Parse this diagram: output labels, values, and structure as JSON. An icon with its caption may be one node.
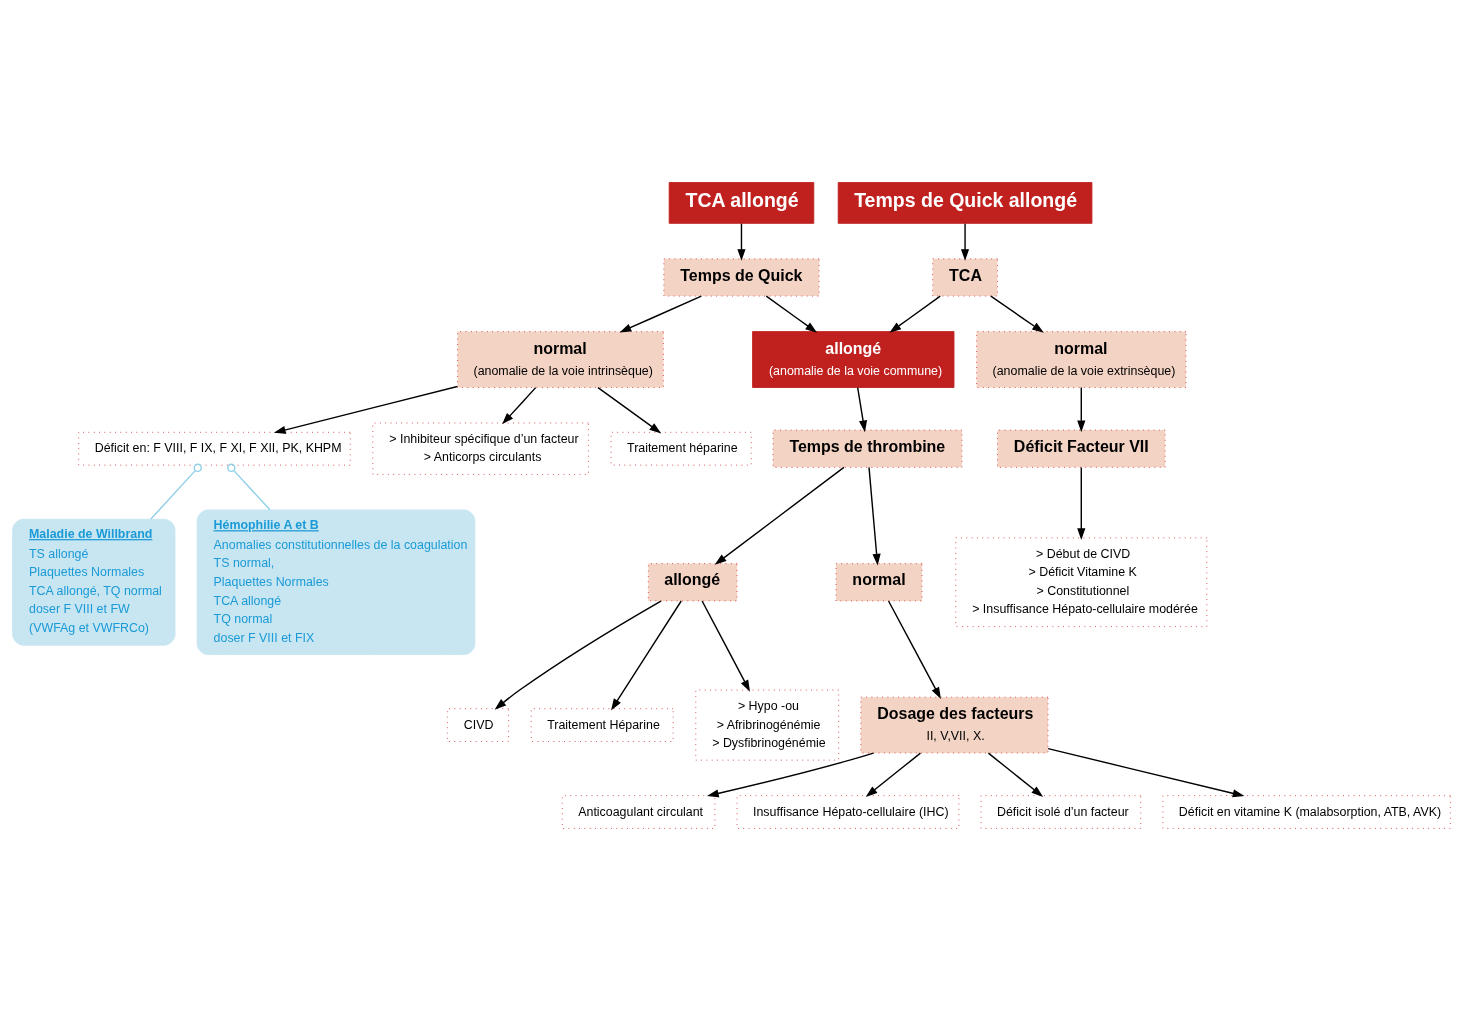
{
  "diagram": {
    "nodes": [
      {
        "text": [
          "TCA allongé"
        ]
      },
      {
        "text": [
          "Temps de Quick allongé"
        ]
      },
      {
        "text": [
          "Temps de Quick"
        ]
      },
      {
        "text": [
          "TCA"
        ]
      },
      {
        "text": [
          "normal",
          "(anomalie de la voie intrinsèque)"
        ]
      },
      {
        "text": [
          "allongé",
          "(anomalie de la voie commune)"
        ]
      },
      {
        "text": [
          "normal",
          "(anomalie de la voie extrinsèque)"
        ]
      },
      {
        "text": [
          "Déficit en: F VIII, F IX, F XI, F XII, PK, KHPM"
        ]
      },
      {
        "text": [
          "> Inhibiteur spécifique d’un facteur",
          "> Anticorps circulants"
        ]
      },
      {
        "text": [
          "Traitement héparine"
        ]
      },
      {
        "text": [
          "Temps de thrombine"
        ]
      },
      {
        "text": [
          "Déficit Facteur VII"
        ]
      },
      {
        "text": [
          "allongé"
        ]
      },
      {
        "text": [
          "normal"
        ]
      },
      {
        "text": [
          "> Début de CIVD",
          "> Déficit Vitamine K",
          "> Constitutionnel",
          "> Insuffisance Hépato-cellulaire modérée"
        ]
      },
      {
        "text": [
          "CIVD"
        ]
      },
      {
        "text": [
          "Traitement Héparine"
        ]
      },
      {
        "text": [
          "> Hypo -ou",
          "> Afribrinogénémie",
          "> Dysfibrinogénémie"
        ]
      },
      {
        "text": [
          "Dosage des facteurs",
          "II, V,VII, X."
        ]
      },
      {
        "text": [
          "Anticoagulant circulant"
        ]
      },
      {
        "text": [
          "Insuffisance Hépato-cellulaire (IHC)"
        ]
      },
      {
        "text": [
          "Déficit isolé d’un facteur"
        ]
      },
      {
        "text": [
          "Déficit en vitamine K (malabsorption, ATB, AVK)"
        ]
      },
      {
        "text": [
          "Maladie de Willbrand",
          "TS allongé",
          "Plaquettes Normales",
          "TCA allongé, TQ normal",
          "doser F VIII et FW",
          "(VWFAg et VWFRCo)"
        ]
      },
      {
        "text": [
          "Hémophilie A et B",
          "Anomalies constitutionnelles de la coagulation",
          "TS normal,",
          "Plaquettes Normales",
          "TCA allongé",
          "TQ normal",
          "doser F VIII et FIX"
        ]
      }
    ],
    "edges": [
      {
        "from": 0,
        "to": 2,
        "arrow": "to"
      },
      {
        "from": 1,
        "to": 3,
        "arrow": "to"
      },
      {
        "from": 2,
        "to": 4,
        "arrow": "to"
      },
      {
        "from": 2,
        "to": 5,
        "arrow": "to"
      },
      {
        "from": 3,
        "to": 5,
        "arrow": "to"
      },
      {
        "from": 3,
        "to": 6,
        "arrow": "to"
      },
      {
        "from": 4,
        "to": 7,
        "arrow": "to"
      },
      {
        "from": 4,
        "to": 8,
        "arrow": "to"
      },
      {
        "from": 4,
        "to": 9,
        "arrow": "to"
      },
      {
        "from": 5,
        "to": 10,
        "arrow": "to"
      },
      {
        "from": 6,
        "to": 11,
        "arrow": "to"
      },
      {
        "from": 10,
        "to": 12,
        "arrow": "to"
      },
      {
        "from": 10,
        "to": 13,
        "arrow": "to"
      },
      {
        "from": 11,
        "to": 14,
        "arrow": "to"
      },
      {
        "from": 12,
        "to": 15,
        "arrow": "to"
      },
      {
        "from": 12,
        "to": 16,
        "arrow": "to"
      },
      {
        "from": 12,
        "to": 17,
        "arrow": "to"
      },
      {
        "from": 13,
        "to": 18,
        "arrow": "to"
      },
      {
        "from": 18,
        "to": 19,
        "arrow": "to"
      },
      {
        "from": 18,
        "to": 20,
        "arrow": "to"
      },
      {
        "from": 18,
        "to": 21,
        "arrow": "to"
      },
      {
        "from": 18,
        "to": 22,
        "arrow": "to"
      },
      {
        "from": 7,
        "to": 23,
        "arrow": "other",
        "color": "#8fd0e8"
      },
      {
        "from": 7,
        "to": 24,
        "arrow": "other",
        "color": "#8fd0e8"
      }
    ]
  }
}
